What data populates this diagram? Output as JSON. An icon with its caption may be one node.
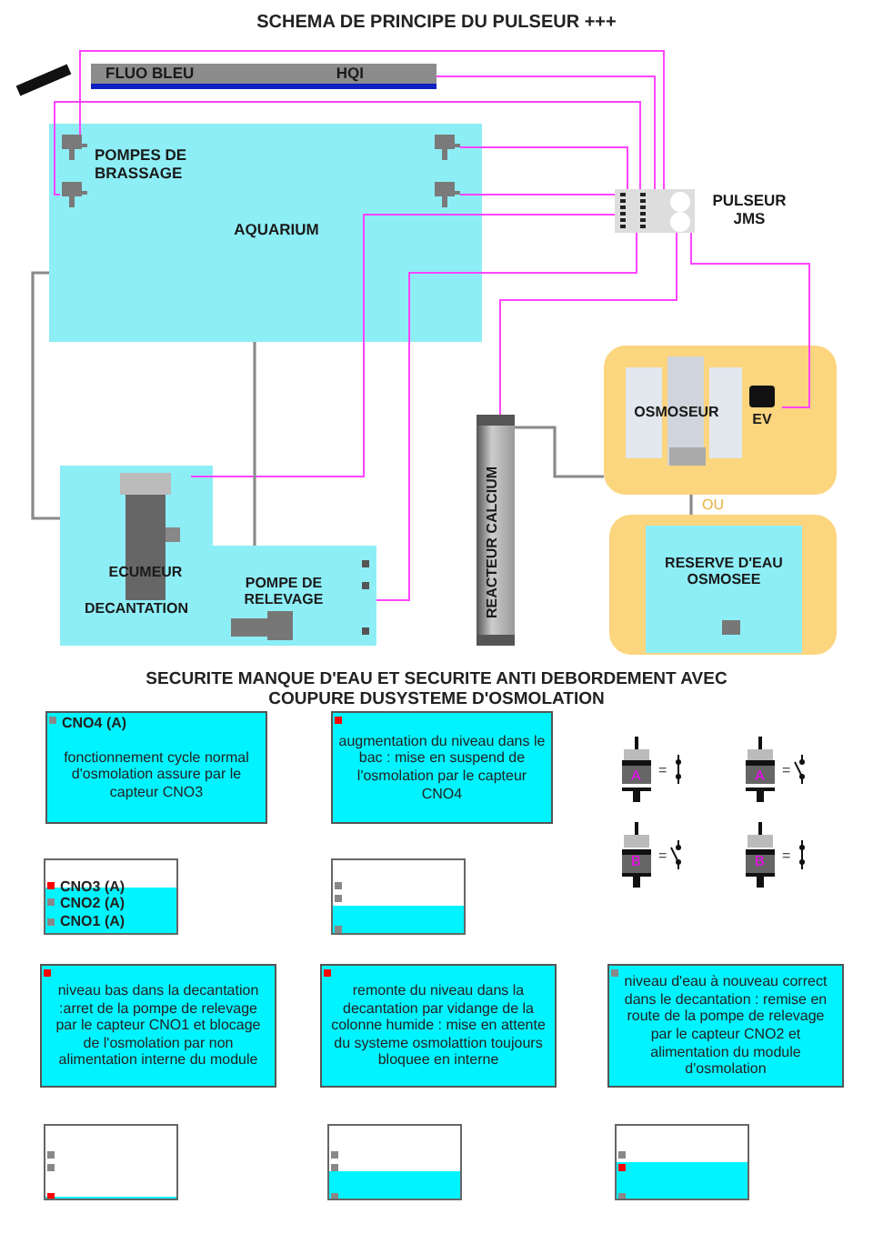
{
  "diagram": {
    "title": "SCHEMA DE PRINCIPE DU PULSEUR +++",
    "nodes": [
      {
        "text": [
          "FLUO BLEU",
          "HQI"
        ]
      },
      {
        "text": [
          "AQUARIUM"
        ]
      },
      {
        "text": [
          "POMPES DE BRASSAGE"
        ],
        "in": 1
      },
      {
        "text": [],
        "shape": "pump",
        "in": 1
      },
      {
        "text": [],
        "shape": "pump",
        "in": 1
      },
      {
        "text": [],
        "shape": "pump",
        "in": 1
      },
      {
        "text": [],
        "shape": "pump",
        "in": 1
      },
      {
        "text": [
          "PULSEUR JMS"
        ]
      },
      {
        "text": [
          "DECANTATION"
        ]
      },
      {
        "text": [
          "ECUMEUR"
        ],
        "in": 8
      },
      {
        "text": [
          "POMPE DE RELEVAGE"
        ]
      },
      {
        "text": [
          "REACTEUR CALCIUM"
        ]
      },
      {
        "text": [
          "OSMOSEUR"
        ]
      },
      {
        "text": [
          "EV"
        ],
        "in": 12
      },
      {
        "text": [
          "RESERVE D'EAU OSMOSEE"
        ]
      },
      {
        "text": [
          "CNO4 (A)",
          "fonctionnement cycle normal d'osmolation assure par le capteur CNO3"
        ]
      },
      {
        "text": [
          "augmentation du niveau dans le bac : mise en suspend de l'osmolation par le capteur CNO4"
        ]
      },
      {
        "text": [
          "CNO3 (A)",
          "CNO2 (A)",
          "CNO1 (A)"
        ]
      },
      {
        "text": [],
        "shape": "box"
      },
      {
        "text": [
          "niveau bas dans la decantation :arret de la pompe de relevage par le capteur CNO1 et blocage de l'osmolation par non alimentation interne du module"
        ]
      },
      {
        "text": [
          "remonte du niveau dans la decantation par vidange de la colonne humide : mise en attente du systeme osmolattion toujours bloquee en interne"
        ]
      },
      {
        "text": [
          "niveau d'eau à nouveau correct dans le decantation : remise en route de la pompe de relevage par le capteur CNO2 et alimentation du module d'osmolation"
        ]
      },
      {
        "text": [],
        "shape": "box"
      },
      {
        "text": [],
        "shape": "box"
      },
      {
        "text": [],
        "shape": "box"
      }
    ],
    "edges": [
      {
        "from": 7,
        "to": 0,
        "arrow": "none"
      },
      {
        "from": 7,
        "to": 3,
        "arrow": "none"
      },
      {
        "from": 7,
        "to": 4,
        "arrow": "none"
      },
      {
        "from": 7,
        "to": 5,
        "arrow": "none"
      },
      {
        "from": 7,
        "to": 6,
        "arrow": "none"
      },
      {
        "from": 7,
        "to": 9,
        "arrow": "none"
      },
      {
        "from": 7,
        "to": 10,
        "arrow": "none"
      },
      {
        "from": 7,
        "to": 11,
        "arrow": "none"
      },
      {
        "from": 7,
        "to": 13,
        "arrow": "none"
      },
      {
        "from": 1,
        "to": 8,
        "arrow": "none",
        "color": "#8a8a8a"
      },
      {
        "from": 10,
        "to": 1,
        "arrow": "none",
        "color": "#8a8a8a"
      },
      {
        "from": 12,
        "to": 14,
        "arrow": "none",
        "color": "#8a8a8a"
      },
      {
        "from": 11,
        "to": 12,
        "arrow": "none",
        "color": "#8a8a8a"
      }
    ],
    "labels": [
      "OU",
      "SECURITE MANQUE D'EAU ET SECURITE ANTI DEBORDEMENT AVEC COUPURE DUSYSTEME D'OSMOLATION",
      "A",
      "=",
      "A",
      "=",
      "B",
      "=",
      "B",
      "="
    ]
  }
}
